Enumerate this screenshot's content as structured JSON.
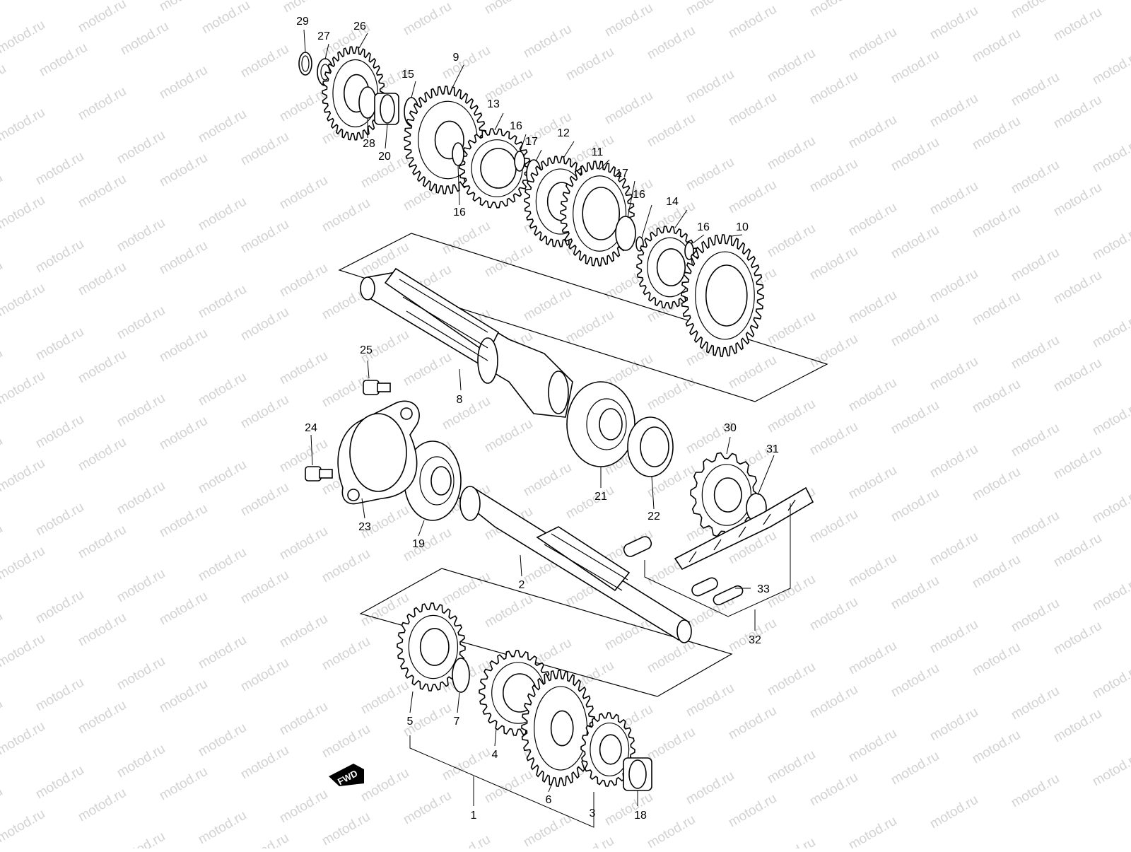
{
  "watermark": {
    "text": "motod.ru"
  },
  "fwd_badge": {
    "text": "FWD"
  },
  "callouts": [
    {
      "id": "c1",
      "text": "1"
    },
    {
      "id": "c2",
      "text": "2"
    },
    {
      "id": "c3",
      "text": "3"
    },
    {
      "id": "c4",
      "text": "4"
    },
    {
      "id": "c5",
      "text": "5"
    },
    {
      "id": "c6",
      "text": "6"
    },
    {
      "id": "c7",
      "text": "7"
    },
    {
      "id": "c8",
      "text": "8"
    },
    {
      "id": "c9",
      "text": "9"
    },
    {
      "id": "c10",
      "text": "10"
    },
    {
      "id": "c11",
      "text": "11"
    },
    {
      "id": "c12",
      "text": "12"
    },
    {
      "id": "c13",
      "text": "13"
    },
    {
      "id": "c14",
      "text": "14"
    },
    {
      "id": "c15",
      "text": "15"
    },
    {
      "id": "c16a",
      "text": "16"
    },
    {
      "id": "c16b",
      "text": "16"
    },
    {
      "id": "c16c",
      "text": "16"
    },
    {
      "id": "c16d",
      "text": "16"
    },
    {
      "id": "c17a",
      "text": "17"
    },
    {
      "id": "c17b",
      "text": "17"
    },
    {
      "id": "c18",
      "text": "18"
    },
    {
      "id": "c19",
      "text": "19"
    },
    {
      "id": "c20",
      "text": "20"
    },
    {
      "id": "c21",
      "text": "21"
    },
    {
      "id": "c22",
      "text": "22"
    },
    {
      "id": "c23",
      "text": "23"
    },
    {
      "id": "c24",
      "text": "24"
    },
    {
      "id": "c25",
      "text": "25"
    },
    {
      "id": "c26",
      "text": "26"
    },
    {
      "id": "c27",
      "text": "27"
    },
    {
      "id": "c28",
      "text": "28"
    },
    {
      "id": "c29",
      "text": "29"
    },
    {
      "id": "c30",
      "text": "30"
    },
    {
      "id": "c31",
      "text": "31"
    },
    {
      "id": "c32",
      "text": "32"
    },
    {
      "id": "c33",
      "text": "33"
    }
  ]
}
